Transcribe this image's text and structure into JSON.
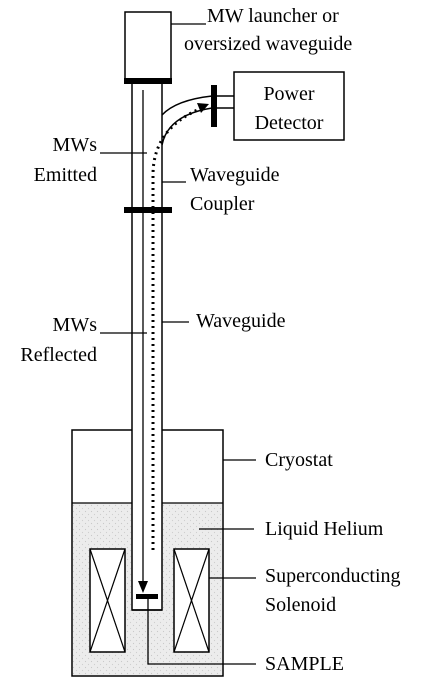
{
  "labels": {
    "launcher_line1": "MW launcher or",
    "launcher_line2": "oversized waveguide",
    "power_detector_line1": "Power",
    "power_detector_line2": "Detector",
    "mws_emitted_line1": "MWs",
    "mws_emitted_line2": "Emitted",
    "coupler_line1": "Waveguide",
    "coupler_line2": "Coupler",
    "waveguide": "Waveguide",
    "mws_reflected_line1": "MWs",
    "mws_reflected_line2": "Reflected",
    "cryostat": "Cryostat",
    "liquid_helium": "Liquid Helium",
    "solenoid_line1": "Superconducting",
    "solenoid_line2": "Solenoid",
    "sample": "SAMPLE"
  },
  "colors": {
    "line": "#000000",
    "helium_fill": "#e9e9e9",
    "background": "#ffffff"
  }
}
